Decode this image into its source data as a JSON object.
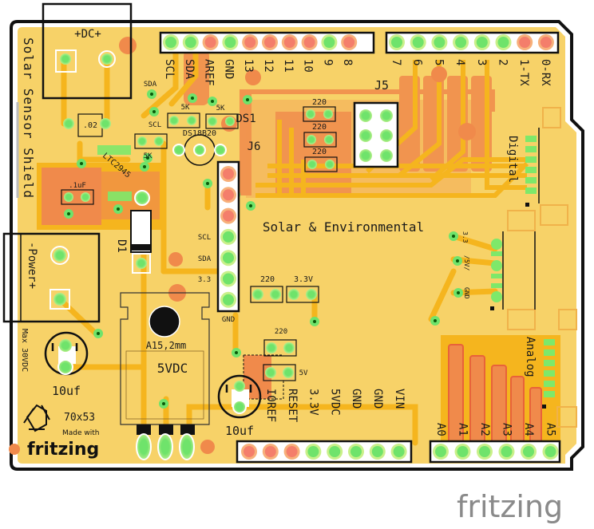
{
  "board": {
    "title_vertical": "Solar Sensor Shield",
    "center_label": "Solar & Environmental",
    "size_label": "70x53",
    "made_with": "Made with",
    "brand": "fritzing",
    "watermark": "fritzing",
    "max_voltage_label": "Max 30VDC",
    "colors": {
      "board": "#f7d268",
      "board_light": "#fbdb78",
      "trace_top": "#f5b51e",
      "trace_bottom": "#f08a4b",
      "copper_fill": "#f17f45",
      "pad_green": "#6fe36b",
      "pad_ring": "#c9f08a",
      "pad_red": "#f47e6b",
      "silkscreen": "#111111",
      "outline": "#111111",
      "watermark": "#8a8a8a"
    }
  },
  "connectors": {
    "dc_jack": {
      "label": "+DC+"
    },
    "power": {
      "label": "-Power+"
    },
    "digital_header_top_left": {
      "labels": [
        "SCL",
        "SDA",
        "AREF",
        "GND",
        "13",
        "12",
        "11",
        "10",
        "9",
        "8"
      ],
      "pad_states": [
        "green",
        "green",
        "red",
        "green",
        "red",
        "red",
        "red",
        "red",
        "green",
        "red"
      ]
    },
    "digital_header_top_right": {
      "labels": [
        "7",
        "6",
        "5",
        "4",
        "3",
        "2",
        "1-TX",
        "0-RX"
      ],
      "pad_states": [
        "green",
        "green",
        "green",
        "green",
        "green",
        "green",
        "red",
        "red"
      ]
    },
    "power_header_bottom": {
      "labels": [
        "IOREF",
        "RESET",
        "3.3V",
        "5VDC",
        "GND",
        "GND",
        "VIN"
      ],
      "pad_states": [
        "red",
        "red",
        "red",
        "green",
        "green",
        "green",
        "green",
        "green"
      ]
    },
    "analog_header_bottom": {
      "labels": [
        "A0",
        "A1",
        "A2",
        "A3",
        "A4",
        "A5"
      ],
      "pad_states": [
        "green",
        "green",
        "green",
        "green",
        "green",
        "green"
      ]
    },
    "j6": {
      "label": "J6",
      "pin_labels": [
        "SCL",
        "SDA",
        "3.3",
        "GND"
      ],
      "pad_states": [
        "red",
        "red",
        "red",
        "green",
        "green",
        "green",
        "green"
      ]
    },
    "j5": {
      "label": "J5"
    },
    "grove_digital": {
      "label": "Digital"
    },
    "grove_analog": {
      "label": "Analog"
    },
    "grove_power": {
      "labels": [
        "3.3",
        "/5V/",
        "GND"
      ]
    }
  },
  "components": {
    "shunt": {
      "label": ".02"
    },
    "ic": {
      "label": "LTC2945"
    },
    "cap_small": {
      "label": ".1uF"
    },
    "diode": {
      "label": "D1"
    },
    "sensor": {
      "label": "DS18B20"
    },
    "ds1": {
      "label": "DS1"
    },
    "res_sda": {
      "label": "SDA"
    },
    "res_scl": {
      "label": "SCL"
    },
    "res_5k": [
      "5K",
      "5K",
      "5K"
    ],
    "res_220_j5": [
      "220",
      "220",
      "220"
    ],
    "res_220_led": {
      "label": "220"
    },
    "led_3v3": {
      "label": "3.3V"
    },
    "res_220_5v": {
      "label": "220"
    },
    "led_5v": {
      "label": "5V"
    },
    "regulator": {
      "label": "5VDC",
      "spec": "A15,2mm"
    },
    "cap_left": {
      "label": "10uf"
    },
    "cap_right": {
      "label": "10uf"
    }
  }
}
